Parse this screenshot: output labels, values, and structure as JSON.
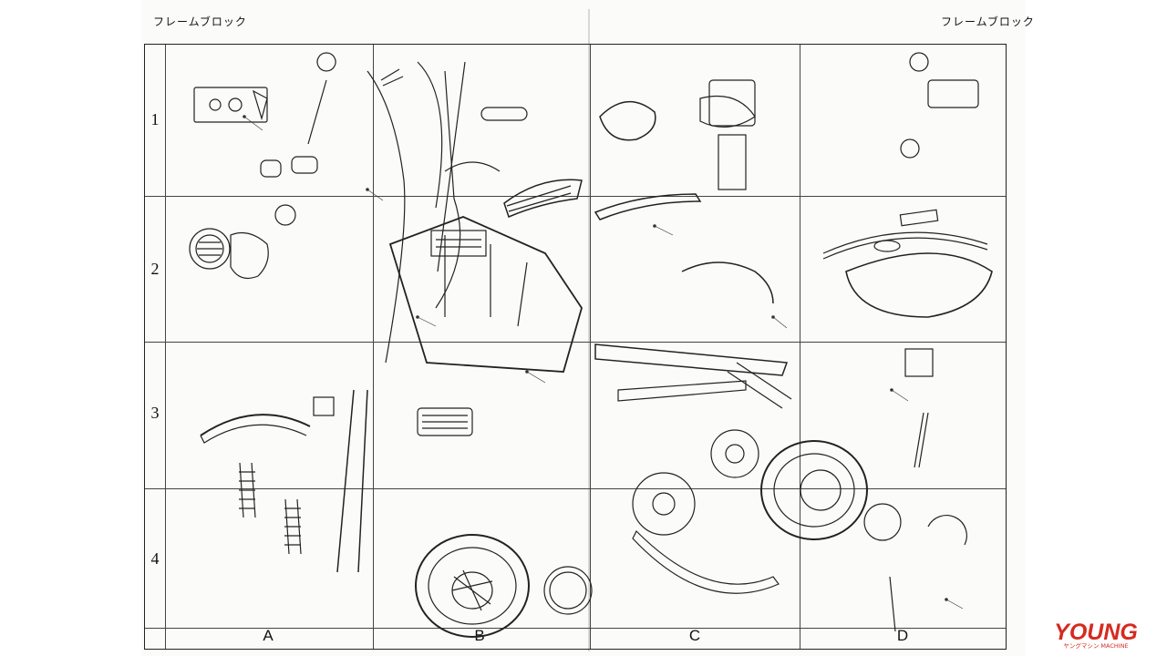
{
  "header": {
    "left_title": "フレームブロック",
    "right_title": "フレームブロック"
  },
  "grid": {
    "rows": [
      "1",
      "2",
      "3",
      "4"
    ],
    "columns": [
      "A",
      "B",
      "C",
      "D"
    ]
  },
  "watermark": {
    "brand_main": "YOUNG",
    "brand_sub": "ヤングマシン MACHINE",
    "color": "#d62a20"
  }
}
